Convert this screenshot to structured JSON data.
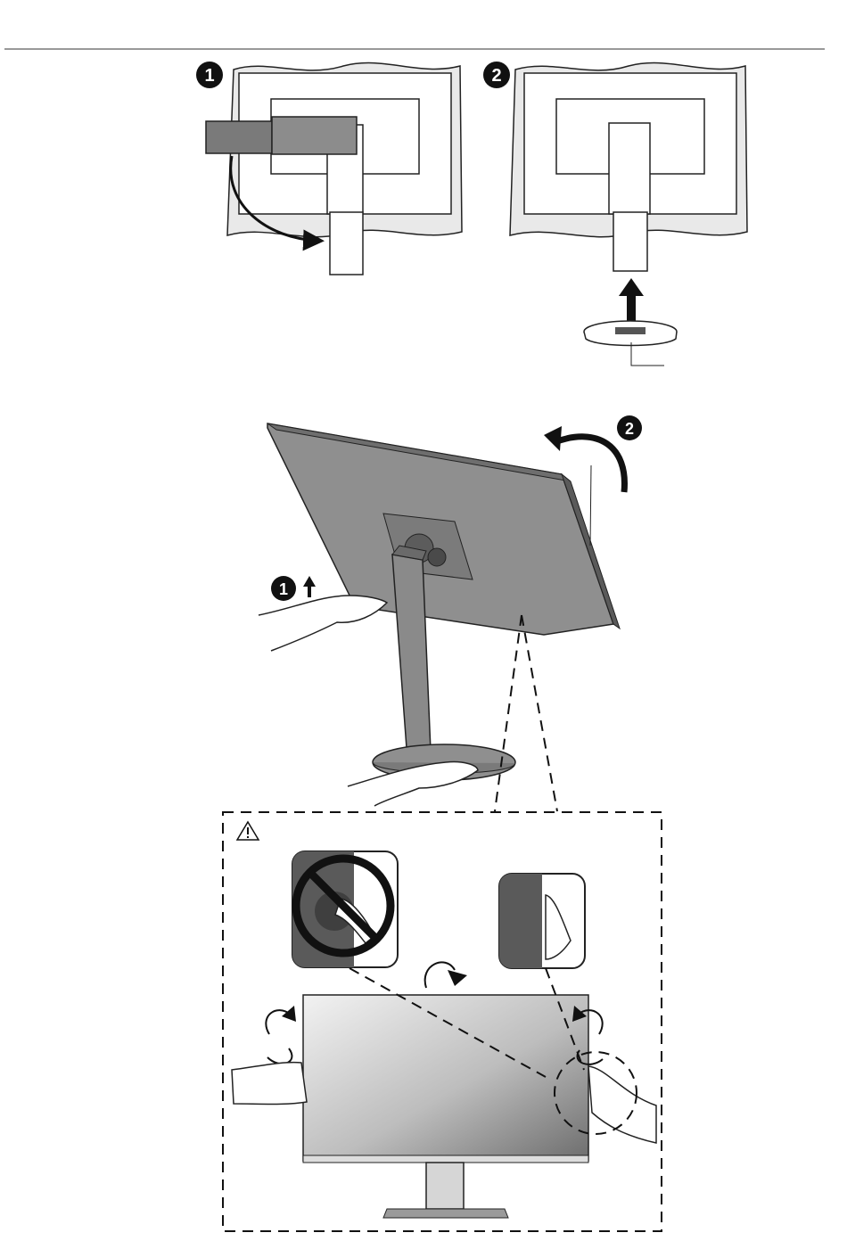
{
  "figure_top": {
    "steps": [
      {
        "number": "1"
      },
      {
        "number": "2"
      }
    ]
  },
  "figure_middle": {
    "steps": [
      {
        "number": "1"
      },
      {
        "number": "2"
      }
    ]
  },
  "figure_bottom": {
    "caution_icon": "warning-triangle-icon",
    "prohibited_icon": "no-symbol-icon"
  },
  "colors": {
    "monitor_body": "#8f8f8f",
    "monitor_dark": "#5a5a5a",
    "outline": "#111111",
    "panel_light": "#e6e6e6"
  }
}
